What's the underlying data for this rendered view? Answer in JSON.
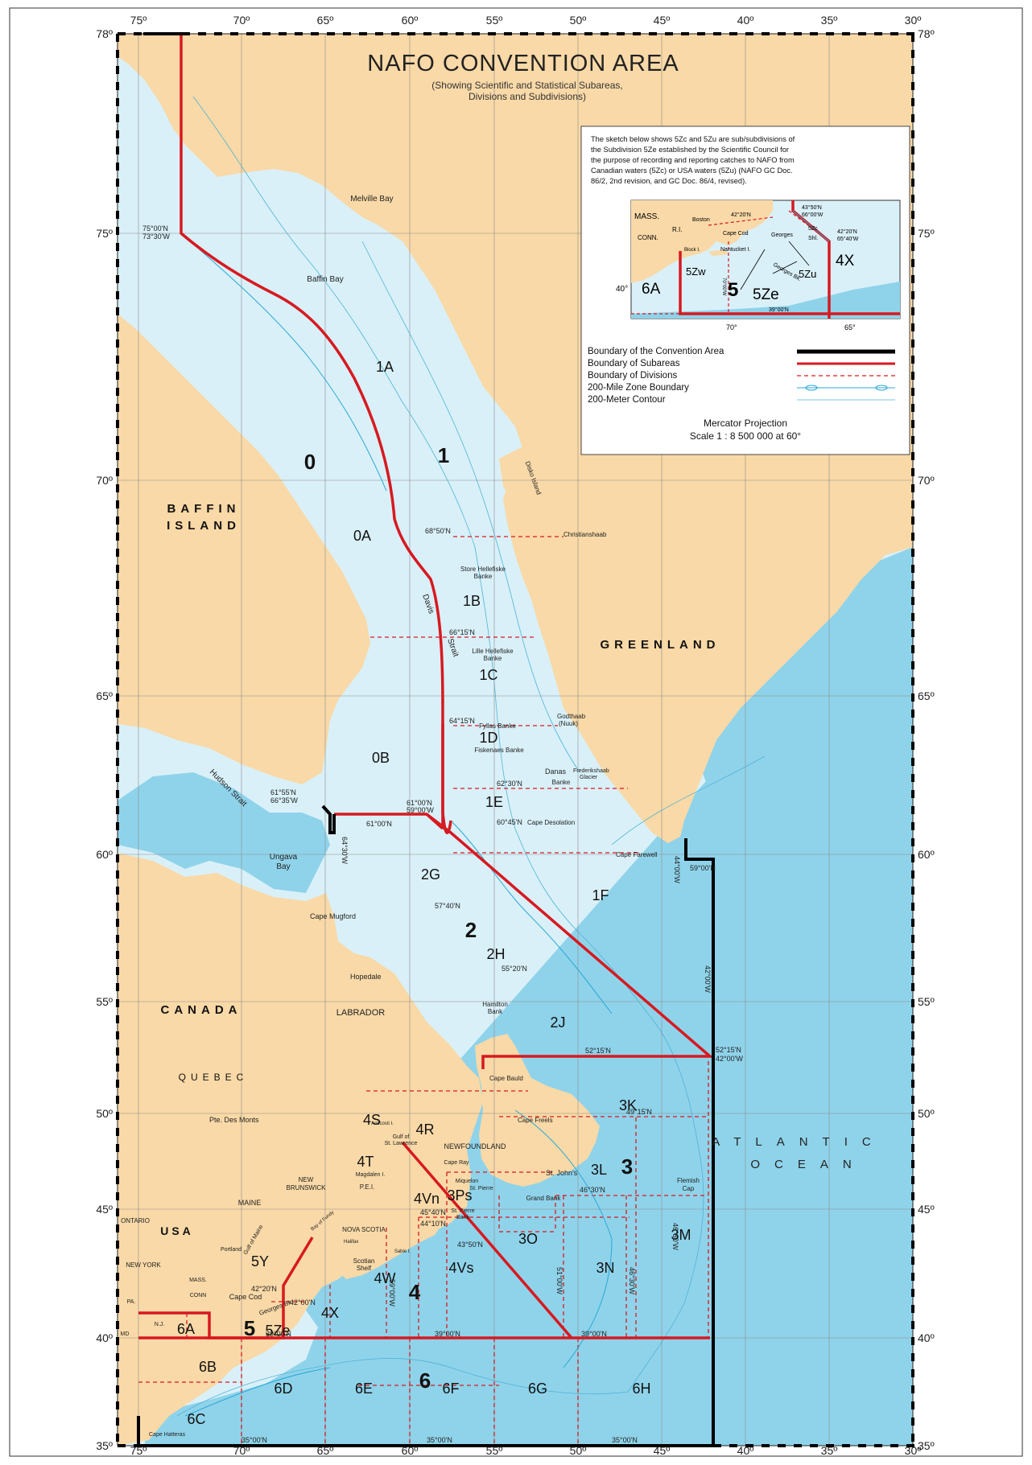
{
  "title": "NAFO CONVENTION AREA",
  "subtitle_line1": "(Showing Scientific and Statistical Subareas,",
  "subtitle_line2": "Divisions and Subdivisions)",
  "colors": {
    "land": "#f9d9a7",
    "water_shelf": "#d9f0f8",
    "water_deep": "#8fd3ea",
    "subarea_boundary": "#d71920",
    "convention_boundary": "#000000",
    "grid": "#9a9a9a"
  },
  "axes": {
    "longitude_labels": [
      "75º",
      "70º",
      "65º",
      "60º",
      "55º",
      "50º",
      "45º",
      "40º",
      "35º",
      "30º"
    ],
    "latitude_labels": [
      "78º",
      "75º",
      "70º",
      "65º",
      "60º",
      "55º",
      "50º",
      "45º",
      "40º",
      "35º"
    ]
  },
  "subareas": [
    "0",
    "1",
    "2",
    "3",
    "4",
    "5",
    "6"
  ],
  "divisions": [
    "1A",
    "0A",
    "1B",
    "1C",
    "0B",
    "1D",
    "1E",
    "1F",
    "2G",
    "2H",
    "2J",
    "3K",
    "4S",
    "4R",
    "3L",
    "4T",
    "3Ps",
    "4Vn",
    "3M",
    "3O",
    "3N",
    "5Y",
    "4Vs",
    "4W",
    "4X",
    "6A",
    "5Ze",
    "6B",
    "6D",
    "6E",
    "6F",
    "6G",
    "6H",
    "6C"
  ],
  "regions": {
    "baffin_line1": "BAFFIN",
    "baffin_line2": "ISLAND",
    "greenland": "GREENLAND",
    "canada": "CANADA",
    "quebec": "QUEBEC",
    "labrador": "LABRADOR",
    "atlantic": "ATLANTIC",
    "ocean": "OCEAN",
    "usa": "USA",
    "newfoundland": "NEWFOUNDLAND",
    "maine": "MAINE",
    "new_brunswick_line1": "NEW",
    "new_brunswick_line2": "BRUNSWICK",
    "nova_scotia": "NOVA SCOTIA",
    "ontario": "ONTARIO",
    "new_york": "NEW YORK",
    "pei": "P.E.I.",
    "mass": "MASS.",
    "conn": "CONN",
    "pa": "PA.",
    "nj": "N.J.",
    "md": "MD"
  },
  "places": {
    "melville_bay": "Melville Bay",
    "baffin_bay": "Baffin Bay",
    "disko_island": "Disko Island",
    "christianshaab": "Christianshaab",
    "store_hellefiske_line1": "Store Hellefiske",
    "store_hellefiske_line2": "Banke",
    "davis": "Davis",
    "strait": "Strait",
    "lille_hellefiske_line1": "Lille Hellefiske",
    "lille_hellefiske_line2": "Banke",
    "godthaab_line1": "Godthaab",
    "godthaab_line2": "(Nuuk)",
    "fyllas_banke": "Fyllas Banke",
    "fiskenaes_banke": "Fiskenaes Banke",
    "danas": "Danas",
    "banke": "Banke",
    "frederikshaab_line1": "Frederikshaab",
    "frederikshaab_line2": "Glacier",
    "hudson_strait": "Hudson Strait",
    "ungava_line1": "Ungava",
    "ungava_line2": "Bay",
    "cape_desolation": "Cape Desolation",
    "cape_farewell": "Cape Farewell",
    "cape_mugford": "Cape Mugford",
    "hopedale": "Hopedale",
    "hamilton_line1": "Hamilton",
    "hamilton_line2": "Bank",
    "cape_bauld": "Cape Bauld",
    "cape_freels": "Cape Freels",
    "pte_des_monts": "Pte. Des Monts",
    "anticosti": "Anticosti I.",
    "gulf_line1": "Gulf of",
    "gulf_line2": "St. Lawrence",
    "magdalen": "Magdalen I.",
    "cape_ray": "Cape Ray",
    "miquelon": "Miquelon",
    "st_pierre": "St. Pierre",
    "st_pierre_bank_line1": "St. Pierre",
    "st_pierre_bank_line2": "Bank",
    "st_johns": "St. John's",
    "grand_bank": "Grand Bank",
    "flemish_line1": "Flemish",
    "flemish_line2": "Cap",
    "halifax": "Halifax",
    "sable_island": "Sable I.",
    "scotian_line1": "Scotian",
    "scotian_line2": "Shelf",
    "bay_of_fundy": "Bay of Fundy",
    "portland": "Portland",
    "gulf_of_maine": "Gulf of Maine",
    "cape_cod": "Cape Cod",
    "georges_bk": "Georges Bk.",
    "cape_hatteras": "Cape Hatteras"
  },
  "coordinate_labels": {
    "c75_00N_73_30W_line1": "75°00'N",
    "c75_00N_73_30W_line2": "73°30'W",
    "c68_50N": "68°50'N",
    "c66_15N": "66°15'N",
    "c64_15N": "64°15'N",
    "c62_30N": "62°30'N",
    "c60_45N": "60°45'N",
    "c61_55N_line1": "61°55'N",
    "c61_55N_line2": "66°35'W",
    "c61_00N_59_00W_line1": "61°00'N",
    "c61_00N_59_00W_line2": "59°00'W",
    "c61_00N": "61°00'N",
    "c64_30W": "64°30'W",
    "c57_40N": "57°40'N",
    "c55_20N": "55°20'N",
    "c52_15N": "52°15'N",
    "c52_15N_42_00W_line1": "52°15'N",
    "c52_15N_42_00W_line2": "42°00'W",
    "c44_00W": "44°00'W",
    "c59_00N": "59°00'N",
    "c42_00W": "42°00'W",
    "c49_15N": "49°15'N",
    "c46_30N": "46°30'N",
    "c45_40N": "45°40'N",
    "c44_10N": "44°10'N",
    "c43_50N": "43°50'N",
    "c42_20N": "42°20'N",
    "c42_00N": "42°00'N",
    "c39_00N_a": "39°00'N",
    "c39_00N_b": "39°00'N",
    "c39_00N_c": "39°00'N",
    "c35_00N_a": "35°00'N",
    "c35_00N_b": "35°00'N",
    "c35_00N_c": "35°00'N",
    "c51_00W": "51°00'W",
    "c46_30W": "46°30'W",
    "c59_00W": "59°00'W",
    "c46_30W_b": "46°30'W"
  },
  "legend": {
    "note_lines": [
      "The sketch below shows 5Zc and 5Zu are sub/subdivisions of",
      "the Subdivision 5Ze established by the Scientific Council for",
      "the purpose of recording and reporting catches to NAFO from",
      "Canadian waters (5Zc) or USA waters (5Zu) (NAFO GC Doc.",
      "86/2, 2nd revision, and GC Doc. 86/4, revised)."
    ],
    "inset": {
      "mass": "MASS.",
      "conn": "CONN.",
      "ri": "R.I.",
      "boston": "Boston",
      "cape_cod": "Cape Cod",
      "georges": "Georges",
      "shl": "Shl.",
      "nantucket": "Nantucket I.",
      "block": "Block I.",
      "georges_bk": "Georges Bk.",
      "c42_20N": "42°20'N",
      "c43_50N_line1": "43°50'N",
      "c43_50N_line2": "66°00'W",
      "c42_20N_b_line1": "42°20'N",
      "c42_20N_b_line2": "65°40'W",
      "c39_00N": "39°00'N",
      "c70_00W": "70°00'W",
      "lat40": "40°",
      "lon70": "70°",
      "lon65": "65°",
      "div_5zw": "5Zw",
      "div_6a": "6A",
      "div_5": "5",
      "div_5ze": "5Ze",
      "div_5zu": "5Zu",
      "div_5zc": "5Zc",
      "div_4x": "4X"
    },
    "items": [
      "Boundary of the Convention Area",
      "Boundary of Subareas",
      "Boundary of Divisions",
      "200-Mile Zone Boundary",
      "200-Meter Contour"
    ],
    "projection": "Mercator Projection",
    "scale": "Scale 1 : 8 500 000 at 60°"
  }
}
